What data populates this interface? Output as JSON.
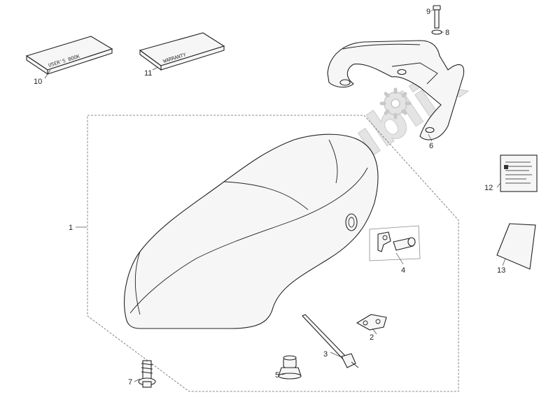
{
  "watermark": {
    "text": "PartsRepublik",
    "icon": "gear-icon"
  },
  "books": {
    "user_manual_text": "USER'S BOOK",
    "warranty_text": "WARRANTY"
  },
  "callouts": [
    "1",
    "2",
    "3",
    "4",
    "5",
    "6",
    "7",
    "8",
    "9",
    "10",
    "11",
    "12",
    "13"
  ]
}
